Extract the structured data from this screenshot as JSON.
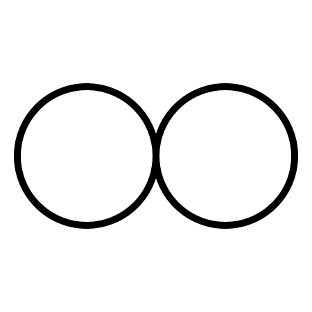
{
  "diagram": {
    "type": "venn",
    "sets": 2,
    "intersection_fill": "horizontal-hatch",
    "stroke_color": "#000000",
    "background_color": "#ffffff"
  }
}
